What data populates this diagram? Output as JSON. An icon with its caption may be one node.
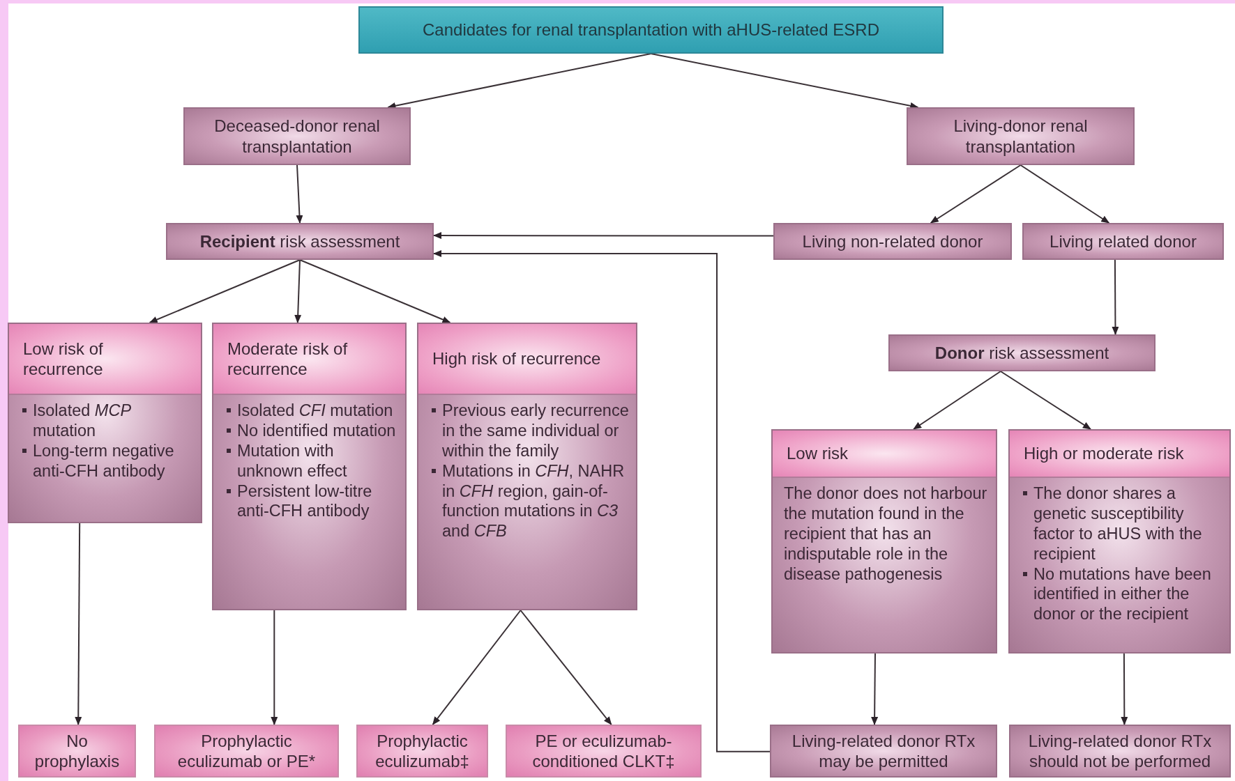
{
  "diagram": {
    "nodes": [
      {
        "text": [
          "Candidates for renal transplantation with aHUS-related ESRD"
        ]
      },
      {
        "text": [
          "Deceased-donor renal transplantation"
        ]
      },
      {
        "text": [
          "Living-donor renal transplantation"
        ]
      },
      {
        "text": [
          "**Recipient** risk assessment"
        ]
      },
      {
        "text": [
          "Living non-related donor"
        ]
      },
      {
        "text": [
          "Living related donor"
        ]
      },
      {
        "text": [
          "Low risk of recurrence",
          "Isolated *MCP* mutation",
          "Long-term negative anti-CFH antibody"
        ]
      },
      {
        "text": [
          "Moderate risk of recurrence",
          "Isolated *CFI* mutation",
          "No identified mutation",
          "Mutation with unknown effect",
          "Persistent low-titre anti-CFH antibody"
        ]
      },
      {
        "text": [
          "High risk of recurrence",
          "Previous early recurrence in the same individual or within the family",
          "Mutations in *CFH*, NAHR in *CFH* region, gain-of-function mutations in *C3* and *CFB*"
        ]
      },
      {
        "text": [
          "**Donor** risk assessment"
        ]
      },
      {
        "text": [
          "Low risk",
          "The donor does not harbour the mutation found in the recipient that has an indisputable role in the disease pathogenesis"
        ]
      },
      {
        "text": [
          "High or moderate risk",
          "The donor shares a genetic susceptibility factor to aHUS with the recipient",
          "No mutations have been identified in either the donor or the recipient"
        ]
      },
      {
        "text": [
          "No prophylaxis"
        ]
      },
      {
        "text": [
          "Prophylactic eculizumab or PE*"
        ]
      },
      {
        "text": [
          "Prophylactic eculizumab‡"
        ]
      },
      {
        "text": [
          "PE or eculizumab-conditioned CLKT‡"
        ]
      },
      {
        "text": [
          "Living-related donor RTx may be permitted"
        ]
      },
      {
        "text": [
          "Living-related donor RTx should not be performed"
        ]
      }
    ],
    "edges": [
      {
        "from": 0,
        "to": 1,
        "arrow": "to"
      },
      {
        "from": 0,
        "to": 2,
        "arrow": "to"
      },
      {
        "from": 1,
        "to": 3,
        "arrow": "to"
      },
      {
        "from": 2,
        "to": 4,
        "arrow": "to"
      },
      {
        "from": 2,
        "to": 5,
        "arrow": "to"
      },
      {
        "from": 4,
        "to": 3,
        "arrow": "to"
      },
      {
        "from": 3,
        "to": 6,
        "arrow": "to"
      },
      {
        "from": 3,
        "to": 7,
        "arrow": "to"
      },
      {
        "from": 3,
        "to": 8,
        "arrow": "to"
      },
      {
        "from": 5,
        "to": 9,
        "arrow": "to"
      },
      {
        "from": 9,
        "to": 10,
        "arrow": "to"
      },
      {
        "from": 9,
        "to": 11,
        "arrow": "to"
      },
      {
        "from": 6,
        "to": 12,
        "arrow": "to"
      },
      {
        "from": 7,
        "to": 13,
        "arrow": "to"
      },
      {
        "from": 8,
        "to": 14,
        "arrow": "to"
      },
      {
        "from": 8,
        "to": 15,
        "arrow": "to"
      },
      {
        "from": 10,
        "to": 16,
        "arrow": "to"
      },
      {
        "from": 11,
        "to": 17,
        "arrow": "to"
      },
      {
        "from": 16,
        "to": 3,
        "arrow": "to"
      }
    ]
  }
}
